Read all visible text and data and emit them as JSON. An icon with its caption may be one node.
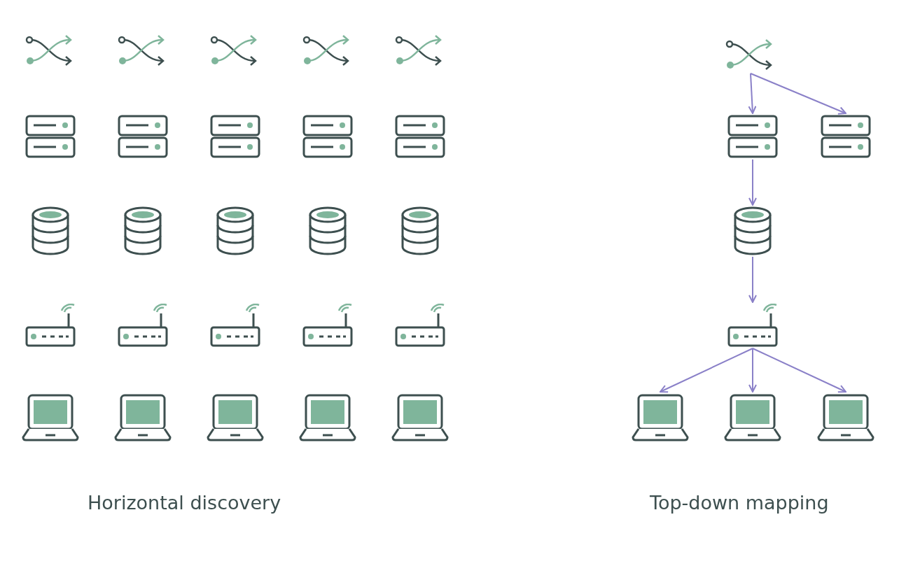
{
  "diagram": {
    "nodes": [
      {
        "text": [],
        "shape": "picture"
      },
      {
        "text": [],
        "shape": "picture"
      },
      {
        "text": [],
        "shape": "picture"
      },
      {
        "text": [],
        "shape": "picture"
      },
      {
        "text": [],
        "shape": "picture"
      },
      {
        "text": [],
        "shape": "picture"
      },
      {
        "text": [],
        "shape": "picture"
      },
      {
        "text": [],
        "shape": "picture"
      },
      {
        "text": [],
        "shape": "picture"
      },
      {
        "text": [],
        "shape": "picture"
      },
      {
        "text": [],
        "shape": "picture"
      },
      {
        "text": [],
        "shape": "picture"
      },
      {
        "text": [],
        "shape": "picture"
      },
      {
        "text": [],
        "shape": "picture"
      },
      {
        "text": [],
        "shape": "picture"
      },
      {
        "text": [],
        "shape": "picture"
      },
      {
        "text": [],
        "shape": "picture"
      },
      {
        "text": [],
        "shape": "picture"
      },
      {
        "text": [],
        "shape": "picture"
      },
      {
        "text": [],
        "shape": "picture"
      },
      {
        "text": [],
        "shape": "picture"
      },
      {
        "text": [],
        "shape": "picture"
      },
      {
        "text": [],
        "shape": "picture"
      },
      {
        "text": [],
        "shape": "picture"
      },
      {
        "text": [],
        "shape": "picture"
      },
      {
        "text": [],
        "shape": "picture"
      },
      {
        "text": [],
        "shape": "picture"
      },
      {
        "text": [],
        "shape": "picture"
      },
      {
        "text": [],
        "shape": "picture"
      },
      {
        "text": [],
        "shape": "picture"
      },
      {
        "text": [],
        "shape": "picture"
      },
      {
        "text": [],
        "shape": "picture"
      },
      {
        "text": [],
        "shape": "picture"
      }
    ],
    "edges": [
      {
        "from": 25,
        "to": 26,
        "arrow": "to"
      },
      {
        "from": 25,
        "to": 27,
        "arrow": "to"
      },
      {
        "from": 26,
        "to": 28,
        "arrow": "to"
      },
      {
        "from": 28,
        "to": 29,
        "arrow": "to"
      },
      {
        "from": 29,
        "to": 30,
        "arrow": "to"
      },
      {
        "from": 29,
        "to": 31,
        "arrow": "to"
      },
      {
        "from": 29,
        "to": 32,
        "arrow": "to"
      }
    ],
    "labels": [
      "Horizontal discovery",
      "Top-down mapping"
    ]
  }
}
